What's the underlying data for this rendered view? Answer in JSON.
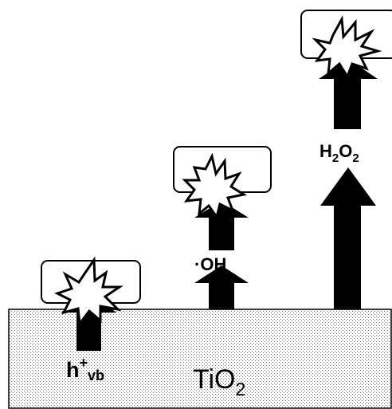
{
  "diagram": {
    "substrate": {
      "name": "TiO",
      "subscript": "2"
    },
    "species": [
      {
        "id": "hole",
        "base": "h",
        "superscript": "+",
        "subscript": "vb"
      },
      {
        "id": "hydroxyl-radical",
        "text": "·OH"
      },
      {
        "id": "hydrogen-peroxide",
        "pre": "H",
        "sub1": "2",
        "mid": "O",
        "sub2": "2"
      }
    ]
  }
}
